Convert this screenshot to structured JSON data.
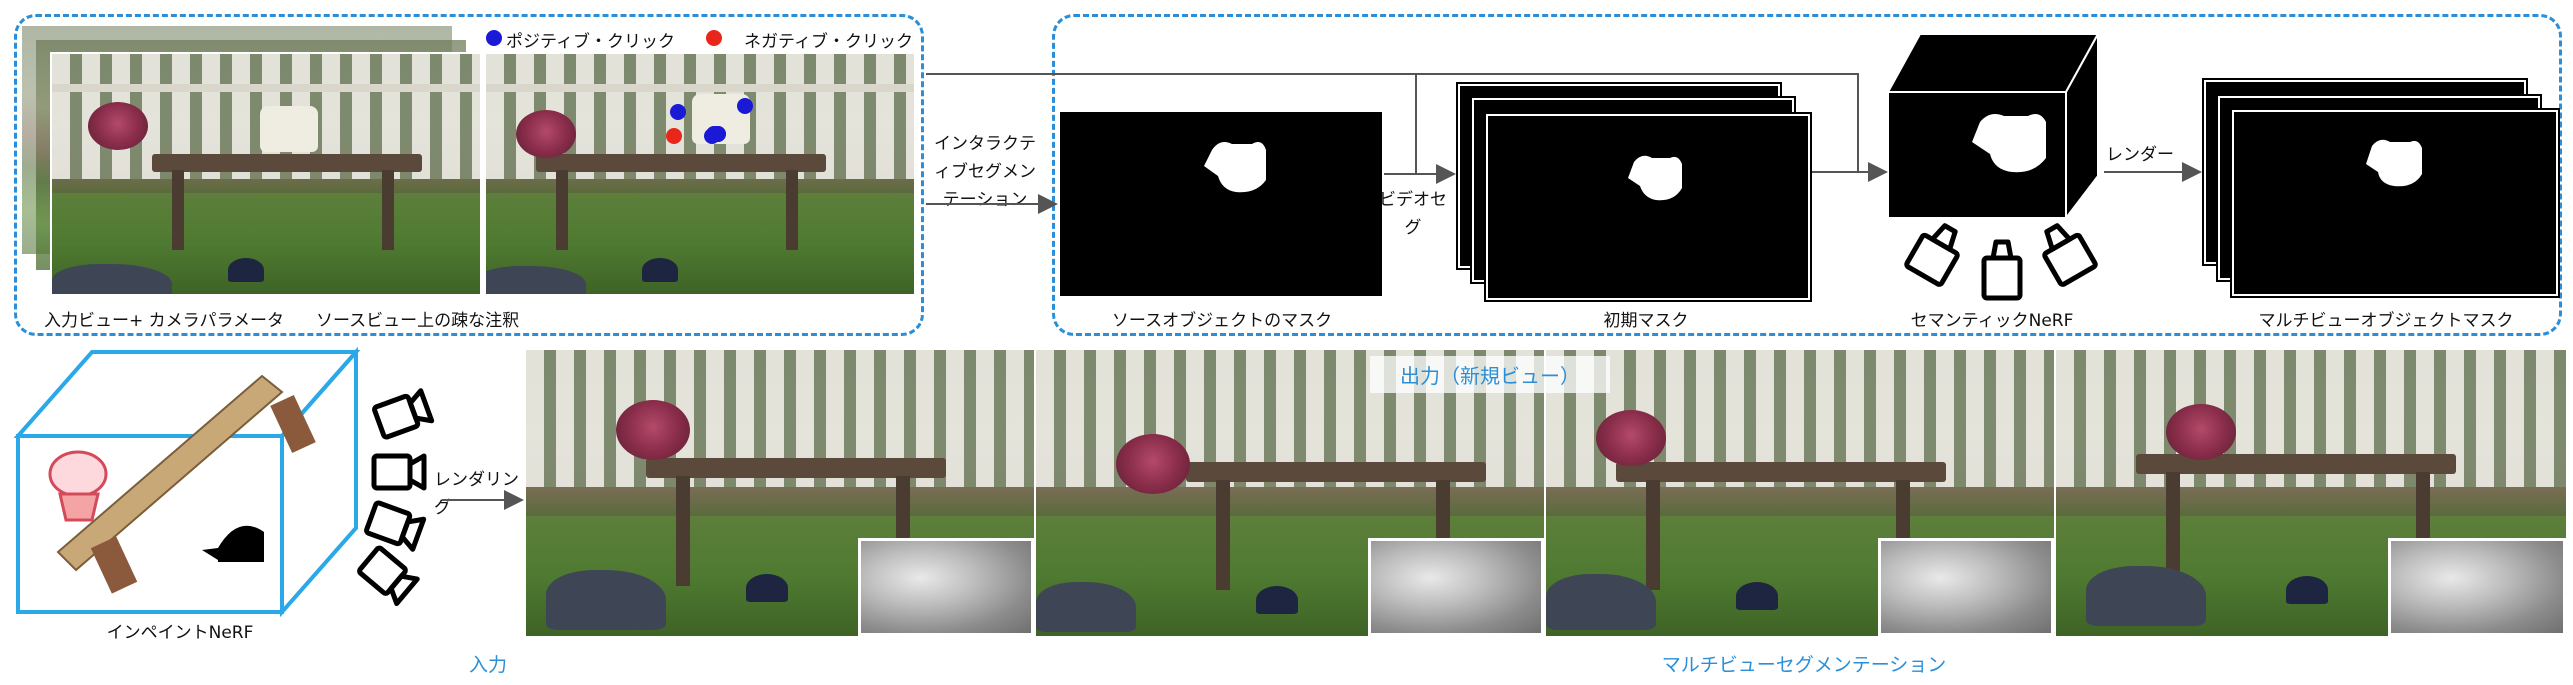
{
  "legend": {
    "positive_label": "ポジティブ・クリック",
    "negative_label": "ネガティブ・クリック",
    "positive_color": "#1a1ad6",
    "negative_color": "#e8261a"
  },
  "top": {
    "input_label": "入力ビュー+ カメラパラメータ",
    "annotation_label": "ソースビュー上の疎な注釈",
    "interactive_seg": "インタラクティブセグメンテーション",
    "source_mask_label": "ソースオブジェクトのマスク",
    "video_seg": "ビデオセグ",
    "initial_mask_label": "初期マスク",
    "semantic_nerf_label": "セマンティックNeRF",
    "render_label": "レンダー",
    "multiview_mask_label": "マルチビューオブジェクトマスク"
  },
  "bottom": {
    "inpaint_nerf_label": "インペイントNeRF",
    "rendering_label": "レンダリング",
    "output_label": "出力（新規ビュー）",
    "input_caption": "入力",
    "multiview_seg_caption": "マルチビューセグメンテーション"
  },
  "colors": {
    "accent": "#2a8fd8",
    "arrow": "#555555"
  }
}
